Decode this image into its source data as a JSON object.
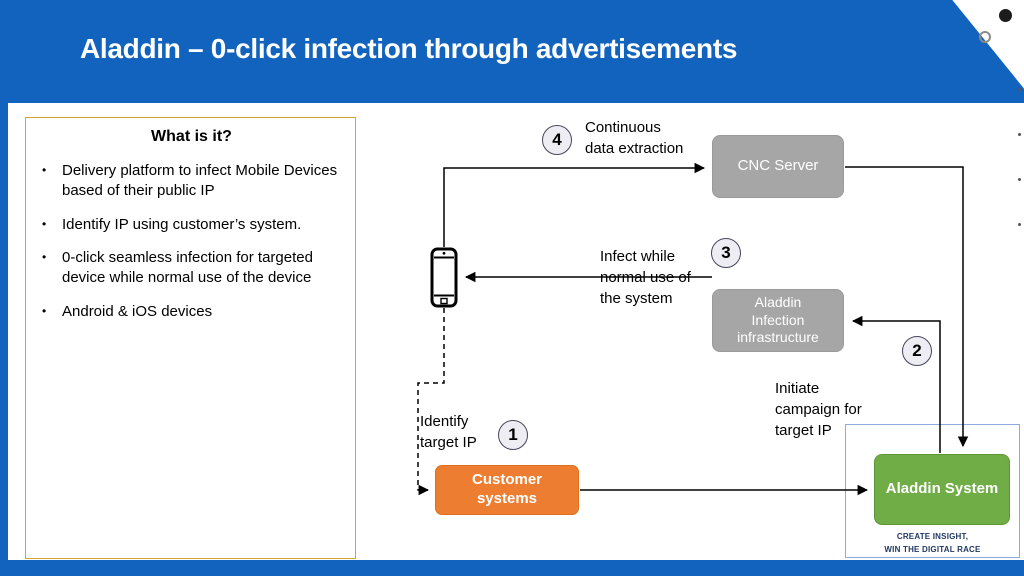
{
  "header": {
    "title": "Aladdin – 0-click infection through advertisements"
  },
  "info_box": {
    "title": "What is it?",
    "bullets": [
      "Delivery platform to infect Mobile Devices based of their public IP",
      "Identify IP using customer’s system.",
      "0-click seamless infection for targeted device while normal use of the device",
      "Android & iOS devices"
    ]
  },
  "diagram": {
    "nodes": {
      "cnc_server": "CNC Server",
      "infection_infra": "Aladdin\nInfection\ninfrastructure",
      "customer_systems": "Customer\nsystems",
      "aladdin_system": "Aladdin System"
    },
    "step1": {
      "num": "1",
      "label": "Identify\ntarget IP"
    },
    "step2": {
      "num": "2",
      "label": "Initiate\ncampaign for\ntarget IP"
    },
    "step3": {
      "num": "3",
      "label": "Infect while\nnormal use of\nthe system"
    },
    "step4": {
      "num": "4",
      "label": "Continuous\ndata extraction"
    }
  },
  "branding": {
    "tagline_line1": "CREATE INSIGHT,",
    "tagline_line2": "WIN THE DIGITAL RACE"
  },
  "colors": {
    "header_blue": "#1263BE",
    "gray_node": "#A6A6A6",
    "orange_node": "#ED7D31",
    "green_node": "#70AD47",
    "brand_border": "#8FAADC"
  }
}
